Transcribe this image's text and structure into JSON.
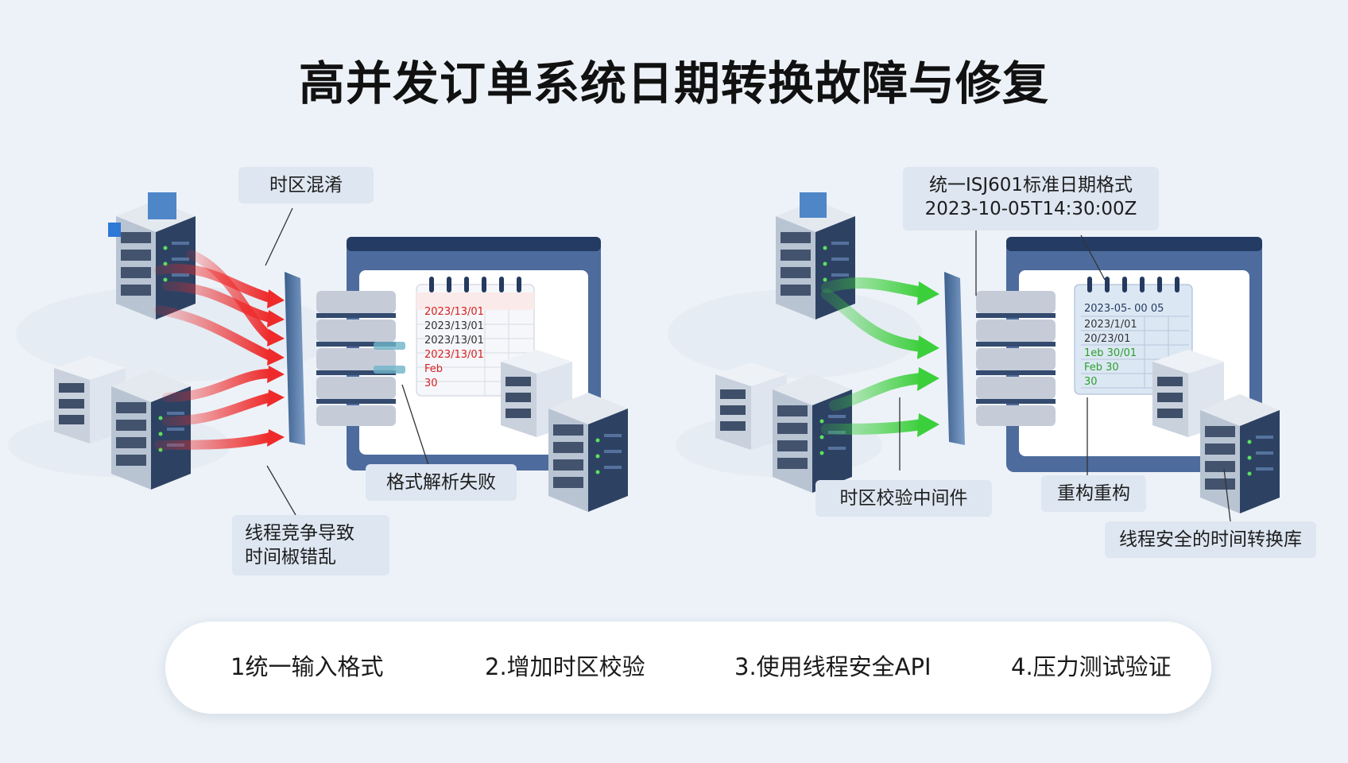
{
  "title": "高并发订单系统日期转换故障与修复",
  "left_panel": {
    "callouts": {
      "timezone_confusion": "时区混淆",
      "parse_failure": "格式解析失败",
      "thread_contention_line1": "线程竞争导致",
      "thread_contention_line2": "时间椒错乱"
    },
    "calendar_entries": [
      "2023/13/01",
      "2023/13/01",
      "2023/13/01",
      "2023/13/01",
      "Feb",
      "30"
    ],
    "arrow_color": "#ee2a2a"
  },
  "right_panel": {
    "callouts": {
      "iso_format_line1": "统一ISJ601标准日期格式",
      "iso_format_line2": "2023-10-05T14:30:00Z",
      "timezone_middleware": "时区校验中间件",
      "refactor": "重构重构",
      "thread_safe_lib": "线程安全的时间转换库"
    },
    "calendar_header": "2023-05- 00  05",
    "calendar_entries": [
      "2023/1/01",
      "20/23/01",
      "1eb 30/01",
      "Feb 30",
      "30"
    ],
    "arrow_color": "#3ccf3c"
  },
  "steps": [
    "1统一输入格式",
    "2.增加时区校验",
    "3.使用线程安全API",
    "4.压力测试验证"
  ]
}
